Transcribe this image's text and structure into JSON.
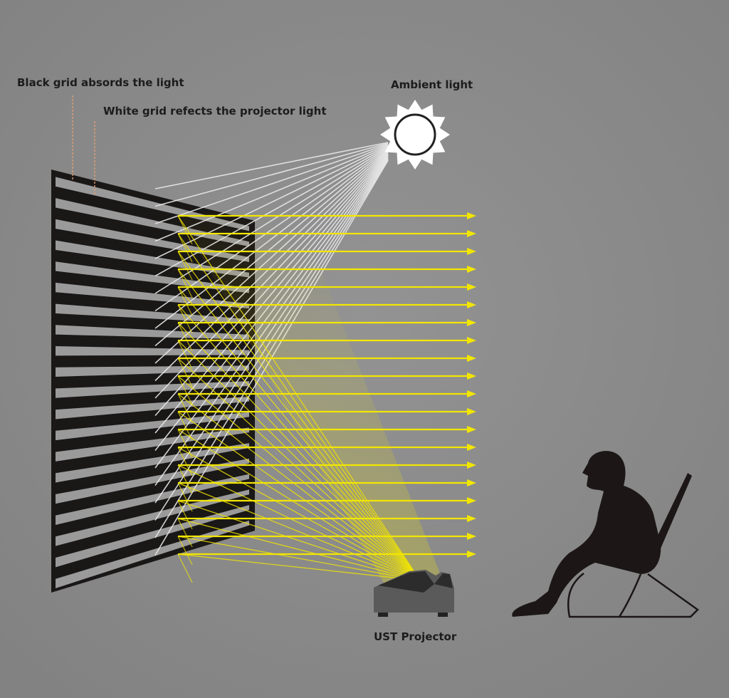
{
  "labels": {
    "black_grid": "Black grid absords the light",
    "white_grid": "White grid refects the projector light",
    "ambient": "Ambient light",
    "projector": "UST Projector"
  },
  "colors": {
    "background": "#8a8a8a",
    "projector_light": "#f2e600",
    "ambient_light": "#e8e8e8",
    "black_grid": "#1a1717",
    "white_grid": "#9a9a9a",
    "leader_line": "#e8a070"
  },
  "icons": [
    "sun-icon",
    "projector-icon",
    "seated-person-icon"
  ]
}
